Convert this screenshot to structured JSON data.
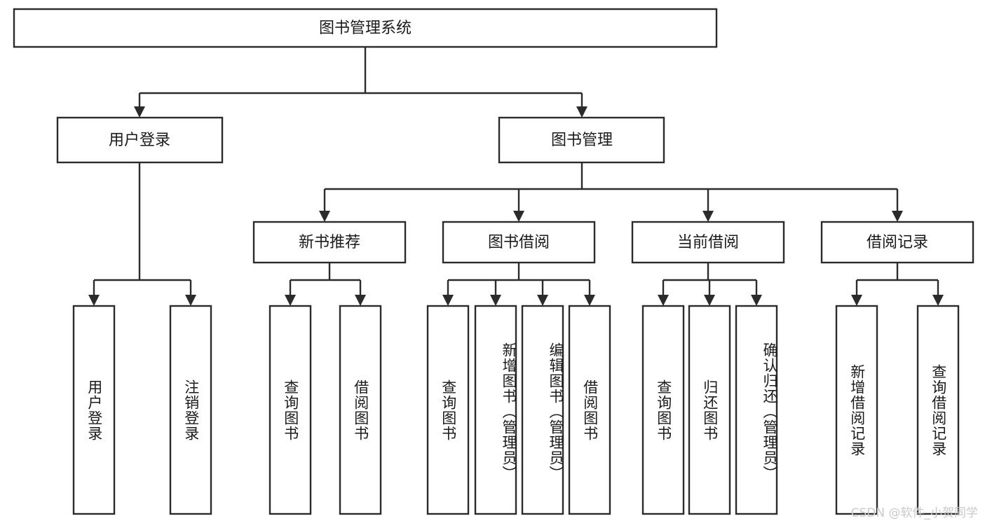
{
  "diagram": {
    "type": "tree-hierarchy-flowchart",
    "orientation": "top-down",
    "root": {
      "id": "root",
      "label": "图书管理系统"
    },
    "level2": [
      {
        "id": "user-login",
        "label": "用户登录"
      },
      {
        "id": "book-manage",
        "label": "图书管理"
      }
    ],
    "level3": [
      {
        "id": "new-book-rec",
        "label": "新书推荐"
      },
      {
        "id": "book-borrow",
        "label": "图书借阅"
      },
      {
        "id": "current-borrow",
        "label": "当前借阅"
      },
      {
        "id": "borrow-record",
        "label": "借阅记录"
      }
    ],
    "leaves": {
      "user_login": [
        {
          "id": "leaf-user-login",
          "label": "用户登录"
        },
        {
          "id": "leaf-logout-login",
          "label": "注销登录"
        }
      ],
      "new_book_rec": [
        {
          "id": "leaf-query-book-1",
          "label": "查询图书"
        },
        {
          "id": "leaf-borrow-book-1",
          "label": "借阅图书"
        }
      ],
      "book_borrow": [
        {
          "id": "leaf-query-book-2",
          "label": "查询图书"
        },
        {
          "id": "leaf-add-book",
          "label": "新增图书（管理员）"
        },
        {
          "id": "leaf-edit-book",
          "label": "编辑图书（管理员）"
        },
        {
          "id": "leaf-borrow-book-2",
          "label": "借阅图书"
        }
      ],
      "current_borrow": [
        {
          "id": "leaf-query-book-3",
          "label": "查询图书"
        },
        {
          "id": "leaf-return-book",
          "label": "归还图书"
        },
        {
          "id": "leaf-confirm-return",
          "label": "确认归还（管理员）"
        }
      ],
      "borrow_record": [
        {
          "id": "leaf-add-record",
          "label": "新增借阅记录"
        },
        {
          "id": "leaf-query-record",
          "label": "查询借阅记录"
        }
      ]
    }
  },
  "watermark": {
    "text": "CSDN @软件_小贺同学"
  },
  "colors": {
    "background": "#ffffff",
    "stroke": "#2b2b2b",
    "text": "#1a1a1a",
    "watermark": "#c9c9c9"
  }
}
